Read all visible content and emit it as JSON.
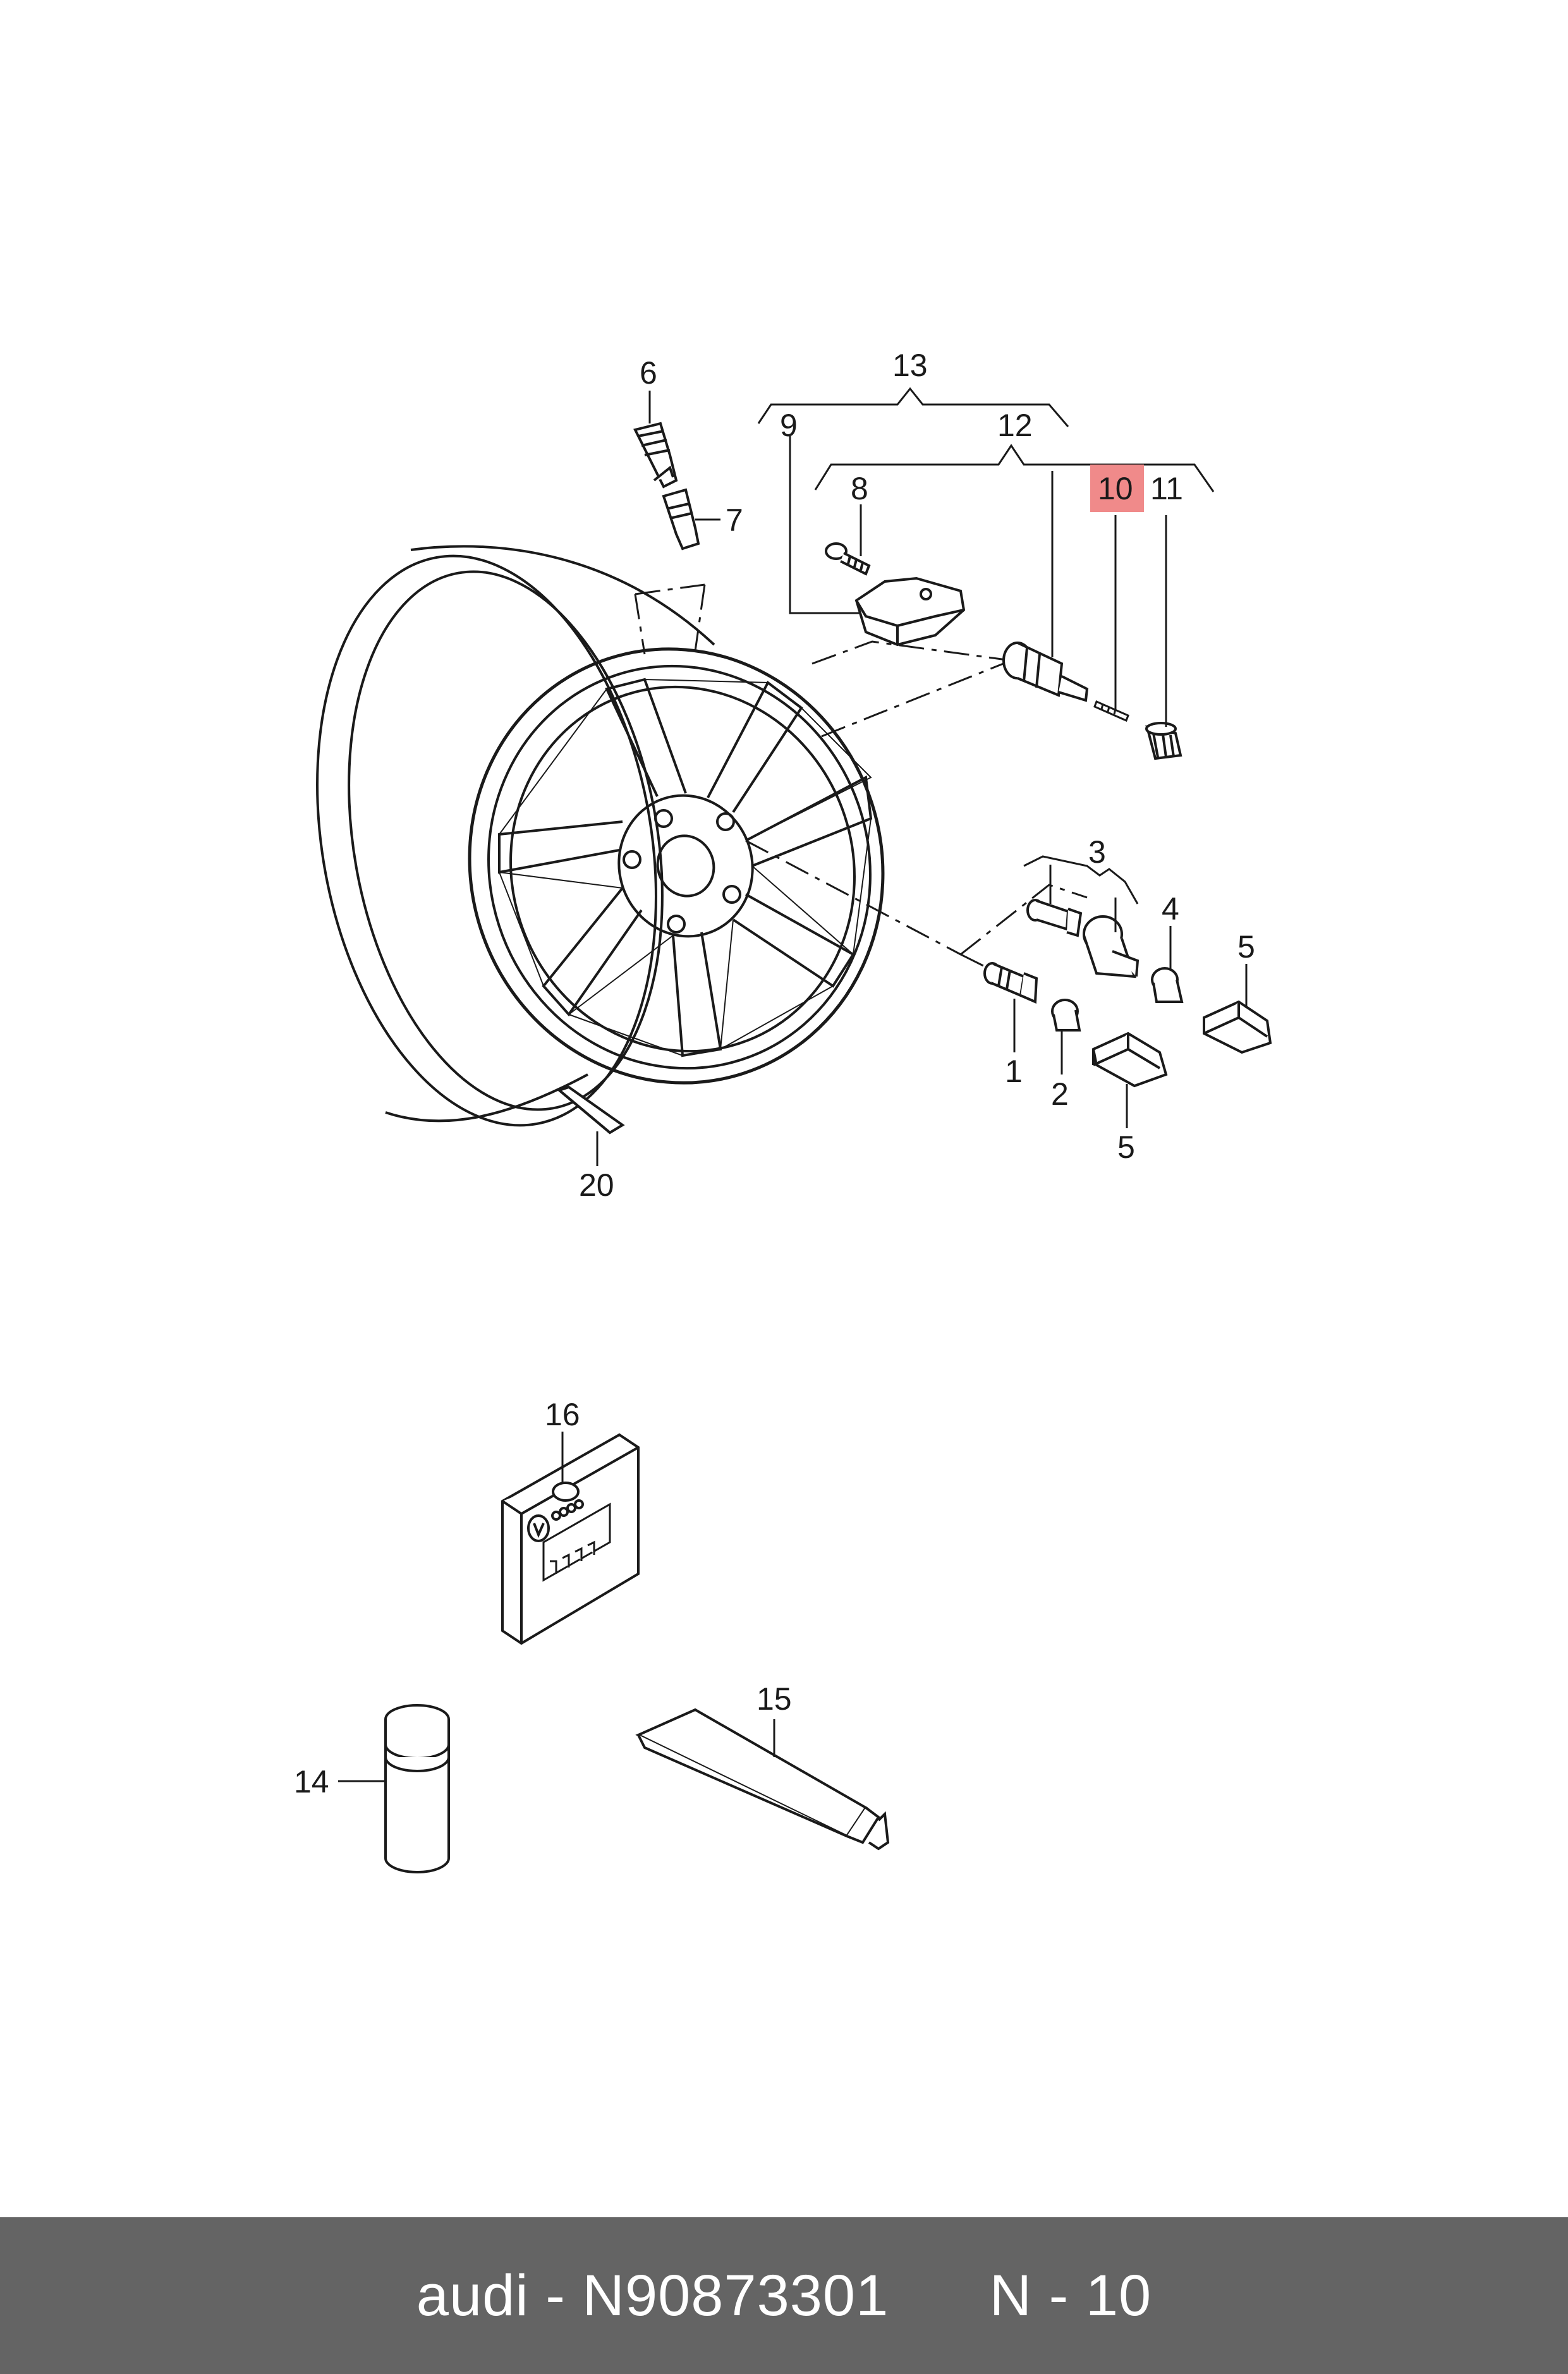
{
  "labels": {
    "l1": "1",
    "l2": "2",
    "l3": "3",
    "l4": "4",
    "l5a": "5",
    "l5b": "5",
    "l6": "6",
    "l7": "7",
    "l8": "8",
    "l9": "9",
    "l10": "10",
    "l11": "11",
    "l12": "12",
    "l13": "13",
    "l14": "14",
    "l15": "15",
    "l16": "16",
    "l20": "20"
  },
  "highlight": {
    "label": "10",
    "color": "#f08a8a"
  },
  "footer": {
    "brand": "audi",
    "separator": " - ",
    "part_number": "N90873301",
    "gap": "      ",
    "position": "N - 10"
  },
  "colors": {
    "line": "#1a1a1a",
    "footer_bg": "#646464",
    "footer_text": "#ffffff"
  }
}
